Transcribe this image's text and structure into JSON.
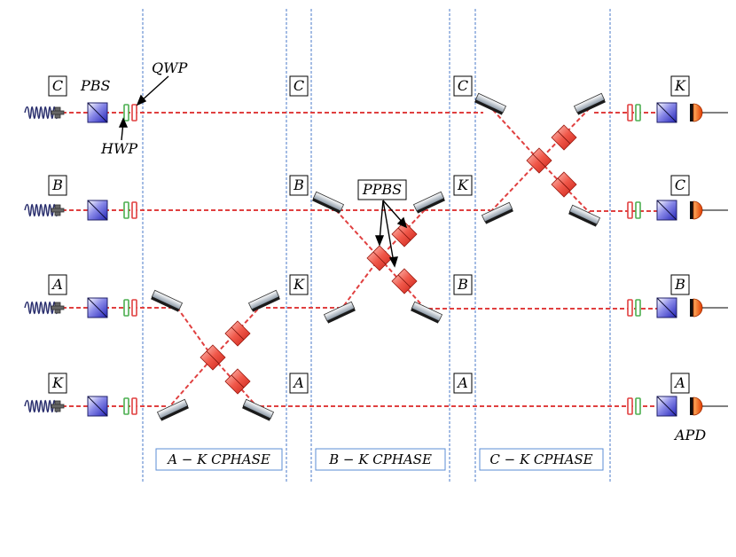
{
  "rows": [
    {
      "id": "row-1",
      "input_label": "C",
      "output_label": "K"
    },
    {
      "id": "row-2",
      "input_label": "B",
      "output_label": "C"
    },
    {
      "id": "row-3",
      "input_label": "A",
      "output_label": "B"
    },
    {
      "id": "row-4",
      "input_label": "K",
      "output_label": "A"
    }
  ],
  "stage_labels": {
    "after_stage_1": [
      "C",
      "B",
      "K",
      "A"
    ],
    "after_stage_2": [
      "C",
      "K",
      "B",
      "A"
    ]
  },
  "stages": [
    {
      "id": "stage-1",
      "label": "A − K CPHASE"
    },
    {
      "id": "stage-2",
      "label": "B − K CPHASE"
    },
    {
      "id": "stage-3",
      "label": "C − K CPHASE"
    }
  ],
  "component_labels": {
    "pbs": "PBS",
    "qwp": "QWP",
    "hwp": "HWP",
    "ppbs": "PPBS",
    "apd": "APD"
  },
  "colors": {
    "beam": "#e04040",
    "stage_divider": "#4a78c8",
    "stage_label_border": "#5b8ed6",
    "source_coil": "#2a2f6e",
    "pbs_cube": "#3a3ad0",
    "ppbs_cube": "#e83a30",
    "mirror": "#1a1a1a",
    "detector": "#e05a10",
    "waveplate_red": "#e04040",
    "waveplate_green": "#4caf50"
  }
}
